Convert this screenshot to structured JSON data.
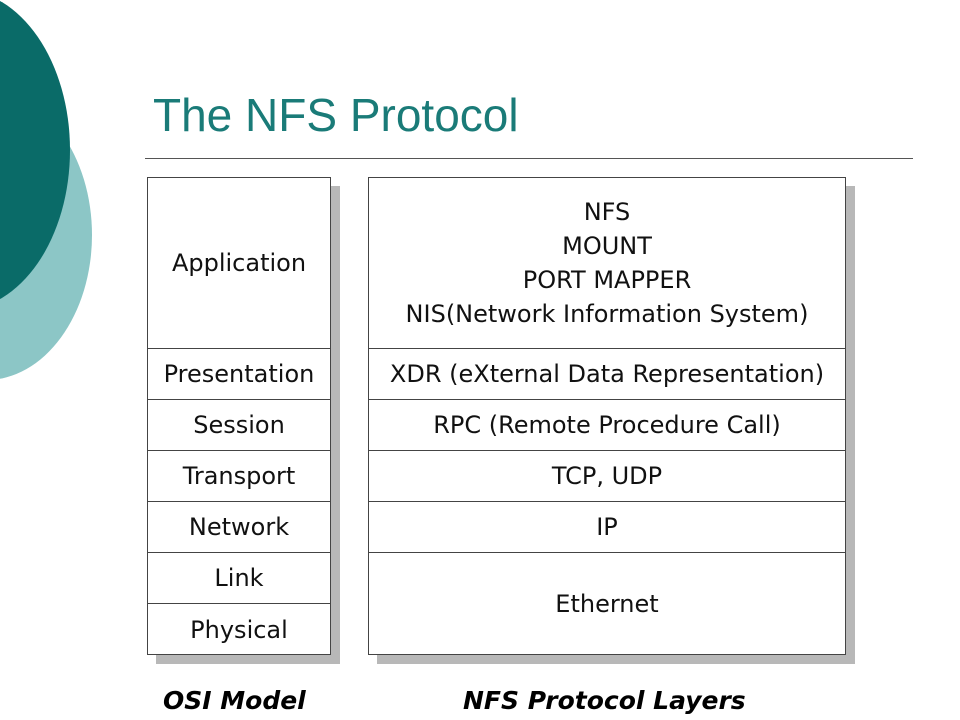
{
  "slide": {
    "title": "The NFS Protocol",
    "colors": {
      "title": "#1a7b78",
      "deco_dark": "#0a6b68",
      "deco_light": "#8cc6c6"
    }
  },
  "osi_stack": {
    "caption": "OSI Model",
    "layers": [
      "Application",
      "Presentation",
      "Session",
      "Transport",
      "Network",
      "Link",
      "Physical"
    ]
  },
  "nfs_stack": {
    "caption": "NFS Protocol Layers",
    "application_lines": [
      "NFS",
      "MOUNT",
      "PORT MAPPER",
      "NIS(Network Information System)"
    ],
    "presentation": "XDR (eXternal Data Representation)",
    "session": "RPC (Remote Procedure Call)",
    "transport": "TCP, UDP",
    "network": "IP",
    "link_physical": "Ethernet"
  }
}
